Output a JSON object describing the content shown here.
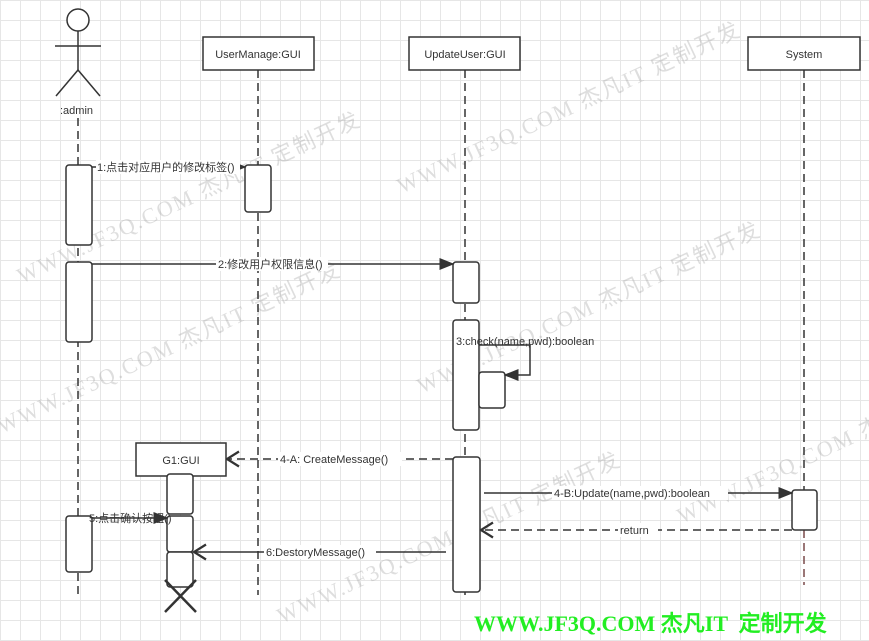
{
  "watermark": "WWW.JF3Q.COM 杰凡IT 定制开发",
  "footer": "WWW.JF3Q.COM 杰凡IT  定制开发",
  "actor": {
    "label": ":admin"
  },
  "objects": {
    "usermanage": "UserManage:GUI",
    "updateuser": "UpdateUser:GUI",
    "system": "System",
    "g1": "G1:GUI"
  },
  "messages": {
    "m1": "1:点击对应用户的修改标签()",
    "m2": "2:修改用户权限信息()",
    "m3": "3:check(name,pwd):boolean",
    "m4a": "4-A:  CreateMessage()",
    "m4b": "4-B:Update(name,pwd):boolean",
    "ret": "return",
    "m5": "5:点击确认按钮()",
    "m6": "6:DestoryMessage()"
  },
  "colors": {
    "line": "#333333",
    "footer": "#22ee22"
  }
}
